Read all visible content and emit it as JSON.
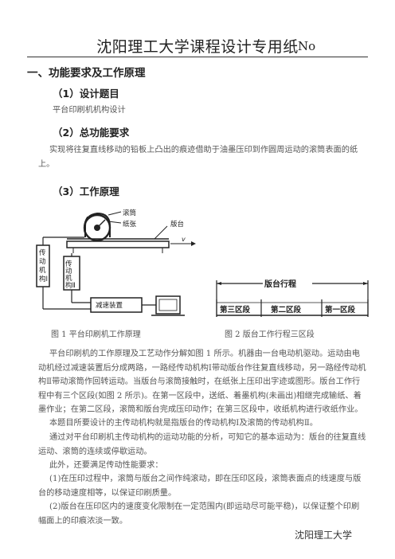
{
  "header": {
    "title": "沈阳理工大学课程设计专用纸",
    "no_label": "No"
  },
  "section1": {
    "heading": "一、功能要求及工作原理",
    "sub1": {
      "heading": "（1）设计题目",
      "text": "平台印刷机机构设计"
    },
    "sub2": {
      "heading": "（2）总功能要求",
      "text": "实现将往复直线移动的铅板上凸出的痕迹借助于油墨压印到作圆周运动的滚筒表面的纸上。"
    },
    "sub3": {
      "heading": "（3）工作原理"
    }
  },
  "figure1": {
    "label_roller": "滚筒",
    "label_paper": "纸张",
    "label_platform": "版台",
    "label_v": "v",
    "label_mech1": "传动机构Ⅰ",
    "label_mech2": "传动机构Ⅱ",
    "label_reducer": "减速装置",
    "caption": "图 1  平台印刷机工作原理"
  },
  "figure2": {
    "title": "版台行程",
    "zone3": "第三区段",
    "zone2": "第二区段",
    "zone1": "第一区段",
    "caption": "图 2   版台工作行程三区段"
  },
  "body": {
    "p1": "平台印刷机的工作原理及工艺动作分解如图 1 所示。机器由一台电动机驱动。运动由电动机经过减速装置后分成两路，一路经传动机构Ⅰ带动版台作往复直线移动，另一路经传动机构Ⅱ带动滚筒作回转运动。当版台与滚筒接触时，在纸张上压印出字迹或图形。版台工作行程中有三个区段(如图 2 所示)。在第一区段中，送纸、着墨机构(未画出)相继完成输纸、着墨作业；在第二区段，滚筒和版台完成压印动作；在第三区段中，收纸机构进行收纸作业。",
    "p2": "本题目所要设计的主传动机构就是指版台的传动机构Ⅰ及滚筒的传动机构Ⅱ。",
    "p3": "通过对平台印刷机主传动机构的运动功能的分析，可知它的基本运动为：版台的往复直线运动、滚筒的连续或停歇运动。",
    "p4": "此外，还要满足传动性能要求：",
    "p5": "(1)在压印过程中，滚筒与版台之间作纯滚动，即在压印区段，滚筒表面点的线速度与版台的移动速度相等，以保证印刷质量。",
    "p6": "(2)版台在压印区内的速度变化限制在一定范围内(即运动尽可能平稳)，以保证整个印刷幅面上的印痕浓淡一致。"
  },
  "footer": {
    "text": "沈阳理工大学"
  }
}
